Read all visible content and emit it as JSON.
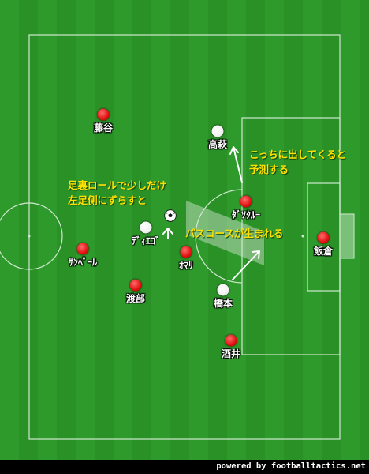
{
  "players": {
    "red": [
      {
        "name": "藤谷"
      },
      {
        "name": "ｻﾝﾍﾟｰﾙ"
      },
      {
        "name": "ｵﾏﾘ"
      },
      {
        "name": "渡部"
      },
      {
        "name": "ﾀﾞｿｸﾙｰ"
      },
      {
        "name": "酒井"
      },
      {
        "name": "飯倉"
      }
    ],
    "white": [
      {
        "name": "高萩"
      },
      {
        "name": "ﾃﾞｨｴｺﾞ"
      },
      {
        "name": "橋本"
      }
    ]
  },
  "annotations": {
    "left_note_line1": "足裏ロールで少しだけ",
    "left_note_line2": "左足側にずらすと",
    "right_note_line1": "こっちに出してくると",
    "right_note_line2": "予測する",
    "passing_lane_note": "パスコースが生まれる"
  },
  "footer": {
    "credit": "powered by footballtactics.net"
  },
  "colors": {
    "pitch": "#2f9a2c",
    "red_team": "#e01010",
    "white_team": "#f2f2f2",
    "note": "#ffe100"
  }
}
